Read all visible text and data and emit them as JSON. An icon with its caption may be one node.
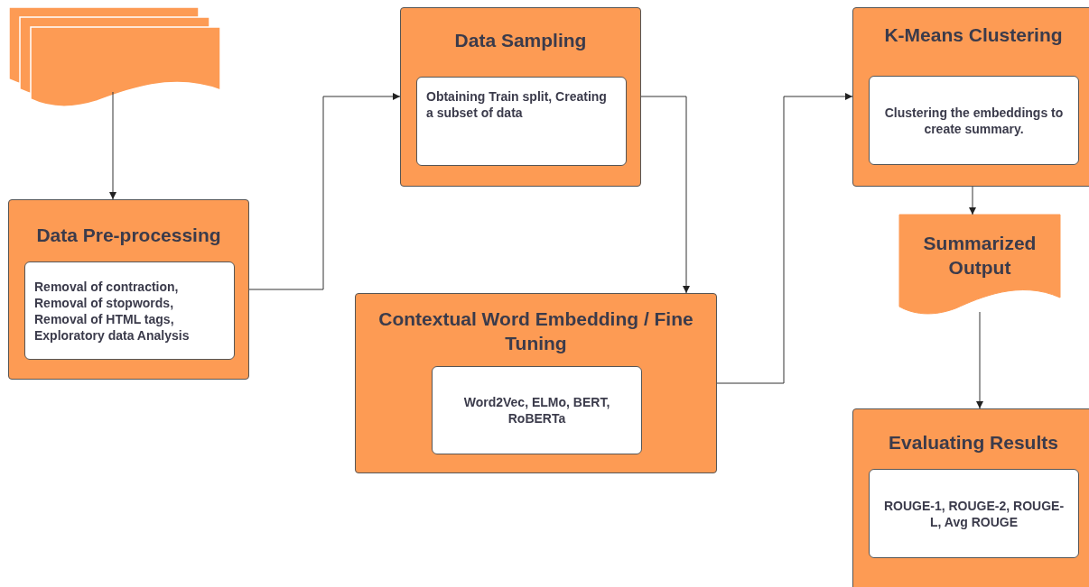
{
  "diagram": {
    "nodes": [
      {
        "text": [],
        "shape": "document"
      },
      {
        "text": [
          "Data Pre-processing"
        ]
      },
      {
        "text": [
          "Removal of contraction, Removal of stopwords, Removal of HTML tags, Exploratory data Analysis"
        ],
        "in": 1
      },
      {
        "text": [
          "Data Sampling"
        ]
      },
      {
        "text": [
          "Obtaining Train split, Creating a subset of data"
        ],
        "in": 3
      },
      {
        "text": [
          "Contextual Word Embedding / Fine Tuning"
        ]
      },
      {
        "text": [
          "Word2Vec, ELMo, BERT, RoBERTa"
        ],
        "in": 5
      },
      {
        "text": [
          "K-Means Clustering"
        ]
      },
      {
        "text": [
          "Clustering the embeddings to create summary."
        ],
        "in": 7
      },
      {
        "text": [
          "Summarized Output"
        ]
      },
      {
        "text": [
          "Evaluating Results"
        ]
      },
      {
        "text": [
          "ROUGE-1, ROUGE-2, ROUGE-L, Avg ROUGE"
        ],
        "in": 10
      }
    ],
    "edges": [
      {
        "from": 0,
        "to": 1,
        "arrow": "to"
      },
      {
        "from": 1,
        "to": 3,
        "arrow": "to"
      },
      {
        "from": 3,
        "to": 5,
        "arrow": "to"
      },
      {
        "from": 5,
        "to": 7,
        "arrow": "to"
      },
      {
        "from": 7,
        "to": 9,
        "arrow": "to"
      },
      {
        "from": 9,
        "to": 10,
        "arrow": "to"
      }
    ]
  }
}
